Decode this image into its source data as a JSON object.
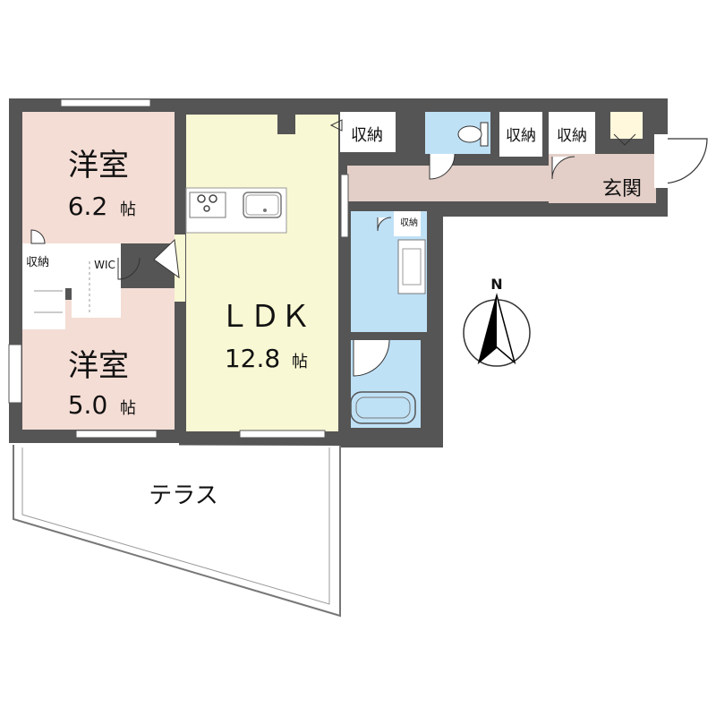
{
  "rooms": {
    "western_room_1": {
      "name": "洋室",
      "size": "6.2",
      "unit": "帖"
    },
    "western_room_2": {
      "name": "洋室",
      "size": "5.0",
      "unit": "帖"
    },
    "ldk": {
      "name": "ＬＤＫ",
      "size": "12.8",
      "unit": "帖"
    },
    "entrance": {
      "name": "玄関"
    },
    "terrace": {
      "name": "テラス"
    }
  },
  "storage": {
    "left_closet": "収納",
    "ldk_closet": "収納",
    "top_closet_1": "収納",
    "top_closet_2": "収納",
    "bath_closet": "収納",
    "walk_in_closet": "WIC"
  },
  "compass": {
    "north": "N"
  },
  "colors": {
    "wall": "#555555",
    "western_room": "#f4ddd5",
    "ldk": "#f9f8d4",
    "water": "#bfe1f6",
    "hallway": "#e3cfc8",
    "closet": "#ffffff"
  }
}
